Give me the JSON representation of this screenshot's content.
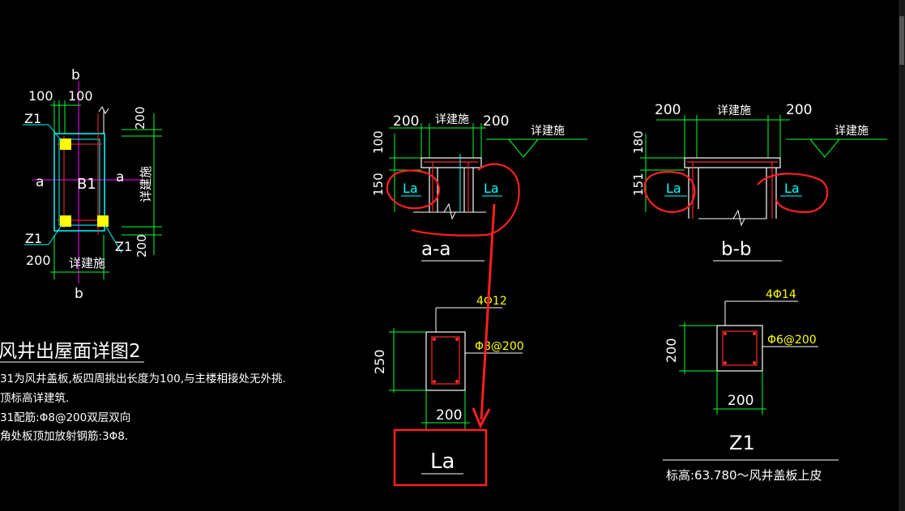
{
  "colors": {
    "background": "#000000",
    "dim": "#00ff33",
    "text": "#ffffff",
    "wall": "#00ffff",
    "rebar": "#ff2a2a",
    "column": "#ffff00",
    "annotation": "#ff2020",
    "axis": "#ff00ff",
    "level": "#00ff33",
    "rebarlabel": "#ffff00"
  },
  "plan": {
    "dim_top_1": "100",
    "dim_top_2": "100",
    "dim_right_top": "200",
    "dim_right_mid": "详建施",
    "dim_right_bot": "200",
    "dim_bottom_left": "200",
    "dim_bottom": "详建施",
    "section_b_top": "b",
    "section_b_bottom": "b",
    "section_a_left": "a",
    "section_a_right": "a",
    "slab_label": "B1",
    "z1_top": "Z1",
    "z1_bot_left": "Z1",
    "z1_bot_right": "Z1"
  },
  "notes": {
    "title": "风井出屋面详图2",
    "lines": [
      "31为风井盖板,板四周挑出长度为100,与主楼相接处无外挑.",
      "顶标高详建筑.",
      "31配筋:Φ8@200双层双向",
      "角处板顶加放射钢筋:3Φ8."
    ]
  },
  "section_aa": {
    "dim_left": "200",
    "dim_mid": "详建施",
    "dim_right": "200",
    "level_label": "详建施",
    "height_top": "100",
    "height_bot": "150",
    "la_left": "La",
    "la_right": "La",
    "title": "a-a"
  },
  "section_bb": {
    "dim_left": "200",
    "dim_mid": "详建施",
    "dim_right": "200",
    "level_label": "详建施",
    "height_top": "180",
    "height_bot": "151",
    "la_left": "La",
    "la_right": "La",
    "title": "b-b"
  },
  "col_left": {
    "rebar_main": "4Φ12",
    "stirrup": "Φ8@200",
    "height": "250",
    "width": "200"
  },
  "col_right": {
    "rebar_main": "4Φ14",
    "stirrup": "Φ6@200",
    "height": "200",
    "width": "200",
    "title": "Z1",
    "elevation_note": "标高:63.780～风井盖板上皮"
  },
  "callout": {
    "label": "La"
  }
}
